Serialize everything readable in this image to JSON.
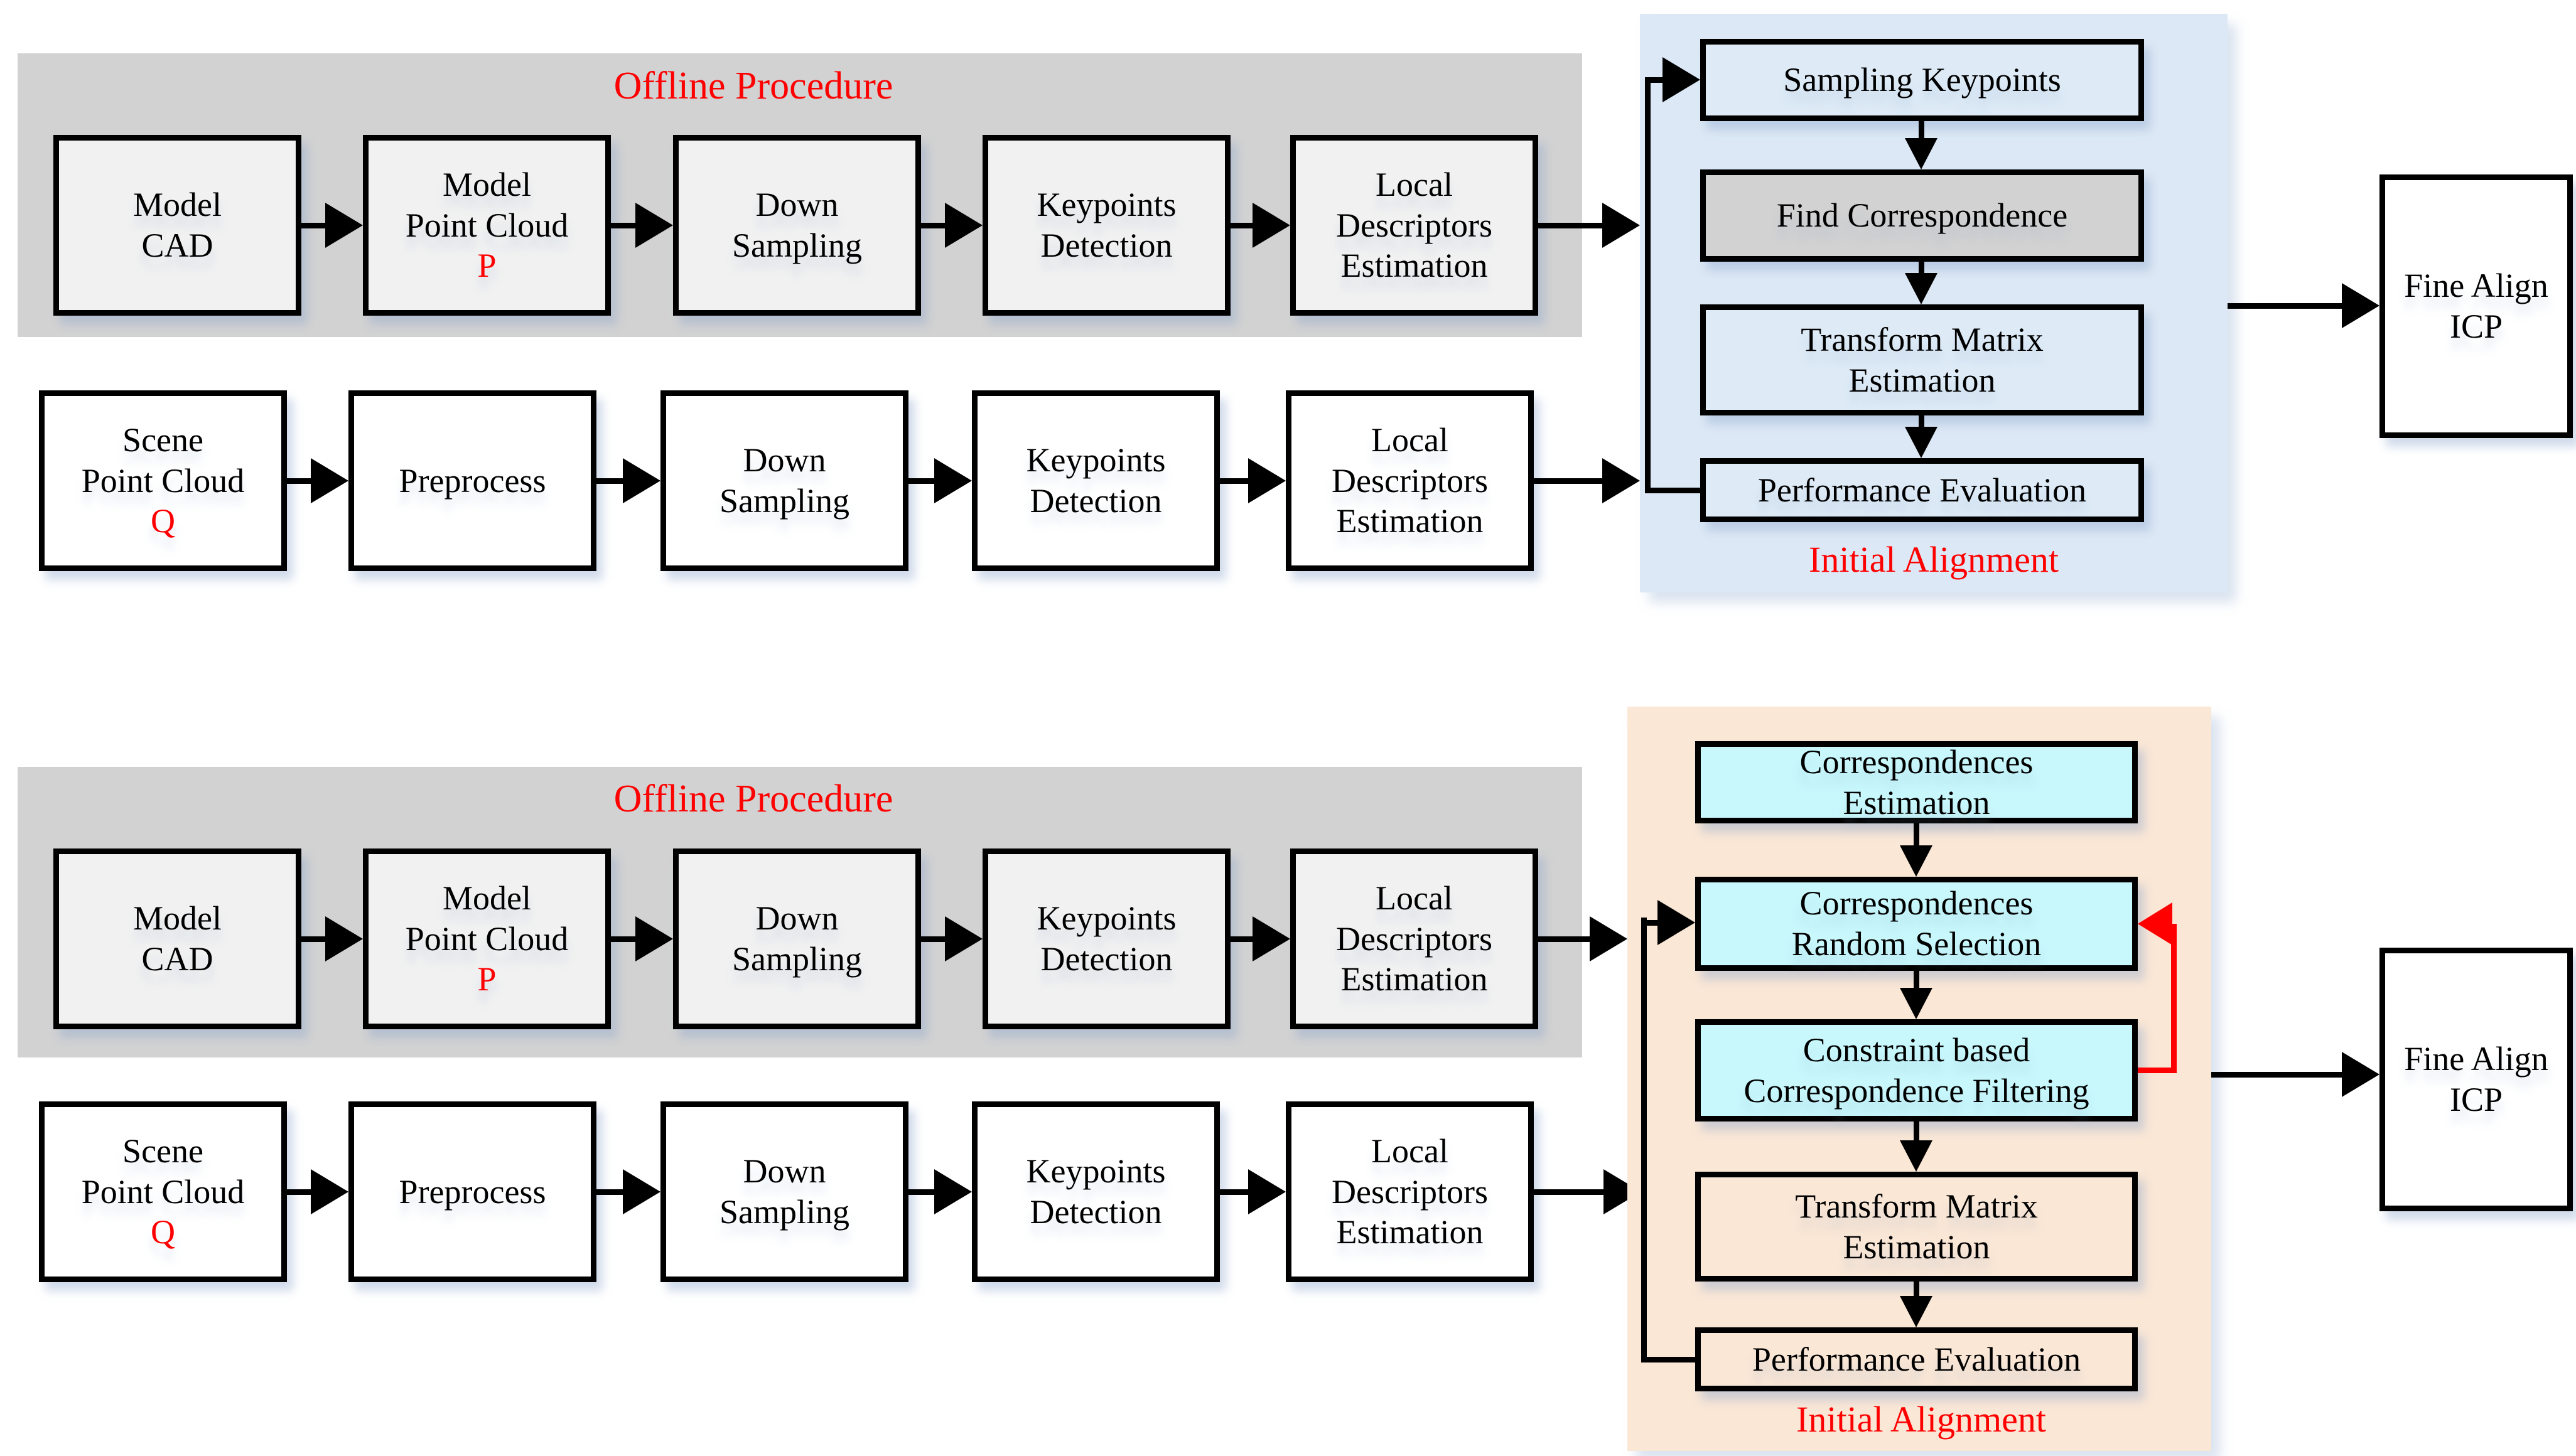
{
  "colors": {
    "accent_red": "#ff0000",
    "offline_panel_gray": "#d2d2d2",
    "initial_alignment_panel_blue": "#dce8f5",
    "initial_alignment_panel_orange": "#fae7d6",
    "offline_box_fill": "#f1f1f1",
    "scene_box_fill": "#ffffff",
    "step_box_blue_fill": "#deebf7",
    "find_correspondence_fill": "#d2d2d2",
    "step_box_cyan_fill": "#c8f8fc",
    "arrow_black": "#000000",
    "feedback_arrow_red": "#ff0000"
  },
  "top": {
    "offline_title": "Offline Procedure",
    "model_row": [
      {
        "label": "Model\nCAD"
      },
      {
        "label": "Model\nPoint Cloud",
        "symbol": "P"
      },
      {
        "label": "Down\nSampling"
      },
      {
        "label": "Keypoints\nDetection"
      },
      {
        "label": "Local\nDescriptors\nEstimation"
      }
    ],
    "scene_row": [
      {
        "label": "Scene\nPoint Cloud",
        "symbol": "Q"
      },
      {
        "label": "Preprocess"
      },
      {
        "label": "Down\nSampling"
      },
      {
        "label": "Keypoints\nDetection"
      },
      {
        "label": "Local\nDescriptors\nEstimation"
      }
    ],
    "initial_alignment": {
      "label": "Initial Alignment",
      "steps": [
        "Sampling Keypoints",
        "Find Correspondence",
        "Transform Matrix\nEstimation",
        "Performance Evaluation"
      ]
    },
    "fine_align": "Fine Align\nICP"
  },
  "bottom": {
    "offline_title": "Offline Procedure",
    "model_row": [
      {
        "label": "Model\nCAD"
      },
      {
        "label": "Model\nPoint Cloud",
        "symbol": "P"
      },
      {
        "label": "Down\nSampling"
      },
      {
        "label": "Keypoints\nDetection"
      },
      {
        "label": "Local\nDescriptors\nEstimation"
      }
    ],
    "scene_row": [
      {
        "label": "Scene\nPoint Cloud",
        "symbol": "Q"
      },
      {
        "label": "Preprocess"
      },
      {
        "label": "Down\nSampling"
      },
      {
        "label": "Keypoints\nDetection"
      },
      {
        "label": "Local\nDescriptors\nEstimation"
      }
    ],
    "initial_alignment": {
      "label": "Initial Alignment",
      "steps": [
        "Correspondences\nEstimation",
        "Correspondences\nRandom Selection",
        "Constraint based\nCorrespondence Filtering",
        "Transform Matrix\nEstimation",
        "Performance Evaluation"
      ]
    },
    "fine_align": "Fine Align\nICP"
  }
}
